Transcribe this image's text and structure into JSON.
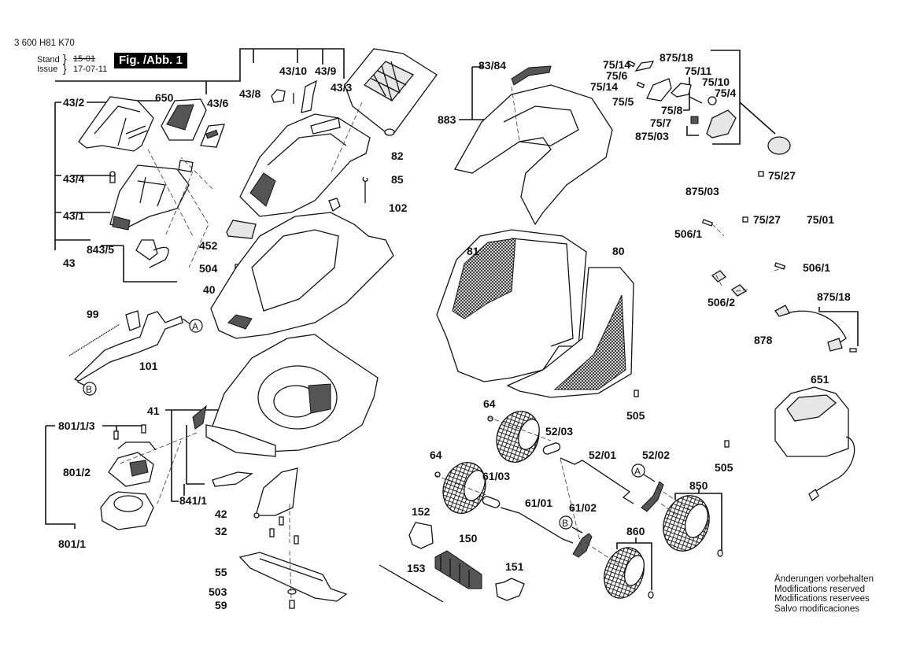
{
  "header": {
    "part_number": "3 600 H81 K70",
    "stand_label": "Stand",
    "issue_label": "Issue",
    "stand_value": "15-01",
    "issue_value": "17-07-11",
    "figure_label": "Fig. /Abb. 1"
  },
  "notes": [
    "Änderungen vorbehalten",
    "Modifications reserved",
    "Modifications reservees",
    "Salvo modificaciones"
  ],
  "reference_markers": [
    "A",
    "B"
  ],
  "parts": {
    "p43_2": "43/2",
    "p650": "650",
    "p43_6": "43/6",
    "p43_4": "43/4",
    "p43_1": "43/1",
    "p843_5": "843/5",
    "p43": "43",
    "p43_8": "43/8",
    "p43_10": "43/10",
    "p43_9": "43/9",
    "p43_3": "43/3",
    "p82": "82",
    "p85": "85",
    "p102": "102",
    "p452": "452",
    "p504": "504",
    "p40": "40",
    "p99": "99",
    "p101": "101",
    "p41": "41",
    "p801_1_3": "801/1/3",
    "p801_2": "801/2",
    "p801_1": "801/1",
    "p841_1": "841/1",
    "p42": "42",
    "p32": "32",
    "p55": "55",
    "p503": "503",
    "p59": "59",
    "p83_84": "83/84",
    "p883": "883",
    "p81": "81",
    "p80": "80",
    "p64a": "64",
    "p52_03": "52/03",
    "p64b": "64",
    "p61_03": "61/03",
    "p52_01": "52/01",
    "p52_02": "52/02",
    "p61_01": "61/01",
    "p61_02": "61/02",
    "p152": "152",
    "p150": "150",
    "p151": "151",
    "p153": "153",
    "p860": "860",
    "p850": "850",
    "p505a": "505",
    "p505b": "505",
    "p878": "878",
    "p651": "651",
    "p75_14a": "75/14",
    "p75_6": "75/6",
    "p75_14b": "75/14",
    "p75_5": "75/5",
    "p875_18a": "875/18",
    "p75_11": "75/11",
    "p75_10": "75/10",
    "p75_4": "75/4",
    "p75_8": "75/8",
    "p75_7": "75/7",
    "p875_03a": "875/03",
    "p75_27a": "75/27",
    "p875_03b": "875/03",
    "p75_27b": "75/27",
    "p75_01": "75/01",
    "p506_1a": "506/1",
    "p506_1b": "506/1",
    "p506_2": "506/2",
    "p875_18b": "875/18"
  }
}
